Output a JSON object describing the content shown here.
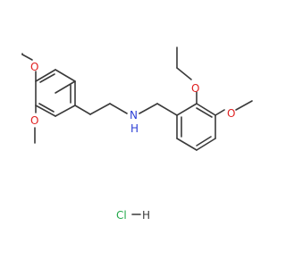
{
  "molecule": {
    "atoms": {
      "o_top": "O",
      "o_left": "O",
      "n_amine": "N",
      "h_amine": "H",
      "o_ethoxy": "O",
      "o_methoxy": "O"
    },
    "salt": {
      "cl": "Cl",
      "h": "H"
    }
  },
  "colors": {
    "bond": "#3a3a3a",
    "oxygen": "#e02020",
    "nitrogen": "#2b3fd6",
    "chlorine": "#22a84a"
  }
}
